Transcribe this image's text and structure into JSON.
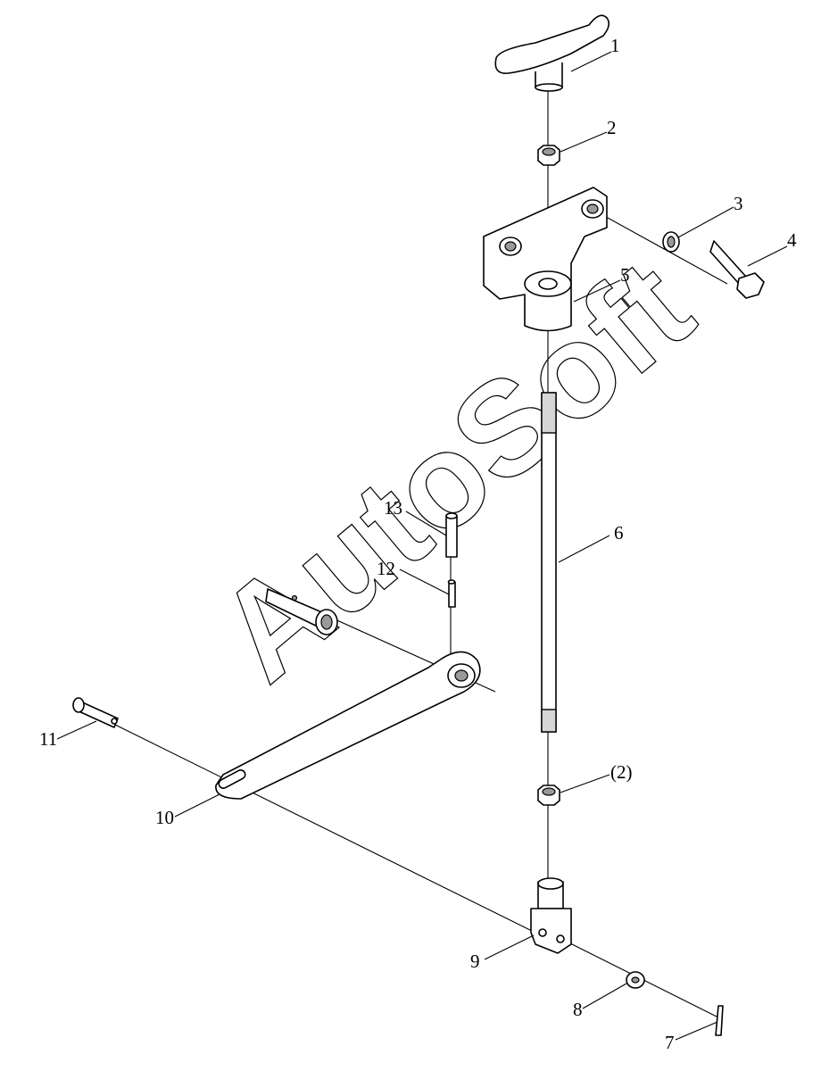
{
  "watermark": "AutoSoft",
  "callouts": [
    {
      "id": "c1",
      "label": "1"
    },
    {
      "id": "c2",
      "label": "2"
    },
    {
      "id": "c3",
      "label": "3"
    },
    {
      "id": "c4",
      "label": "4"
    },
    {
      "id": "c5",
      "label": "5"
    },
    {
      "id": "c6",
      "label": "6"
    },
    {
      "id": "c2b",
      "label": "(2)"
    },
    {
      "id": "c13",
      "label": "13"
    },
    {
      "id": "c12",
      "label": "12"
    },
    {
      "id": "c11",
      "label": "11"
    },
    {
      "id": "c10",
      "label": "10"
    },
    {
      "id": "c9",
      "label": "9"
    },
    {
      "id": "c8",
      "label": "8"
    },
    {
      "id": "c7",
      "label": "7"
    }
  ]
}
